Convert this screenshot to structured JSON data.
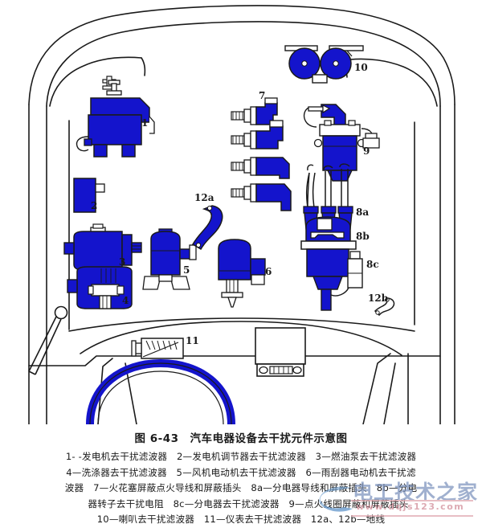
{
  "figure": {
    "title": "图 6-43　汽车电器设备去干扰元件示意图",
    "legend_lines": [
      "1- -发电机去干扰滤波器　2—发电机调节器去干扰滤波器　3—燃油泵去干扰滤波器",
      "4—洗涤器去干扰滤波器　5—风机电动机去干扰滤波器　6—雨刮器电动机去干扰滤",
      "波器　7—火花塞屏蔽点火导线和屏蔽插头　8a—分电器导线和屏蔽插头　8b—分电",
      "器转子去干扰电阻　8c—分电器去干扰滤波器　9—点火线圈屏蔽和屏蔽插头",
      "10—喇叭去干扰滤波器　11—仪表去干扰滤波器　12a、12b—地线"
    ],
    "colors": {
      "component_blue": "#1414cc",
      "outline_black": "#1a1a1a",
      "background": "#ffffff"
    },
    "callouts": {
      "c1": "1",
      "c2": "2",
      "c3": "3",
      "c4": "4",
      "c5": "5",
      "c6": "6",
      "c7": "7",
      "c8a": "8a",
      "c8b": "8b",
      "c8c": "8c",
      "c9": "9",
      "c10": "10",
      "c11": "11",
      "c12a": "12a",
      "c12b": "12b"
    },
    "parts": [
      {
        "id": "1",
        "label": "发电机去干扰滤波器",
        "name": "alternator-suppression-filter"
      },
      {
        "id": "2",
        "label": "发电机调节器去干扰滤波器",
        "name": "regulator-suppression-filter"
      },
      {
        "id": "3",
        "label": "燃油泵去干扰滤波器",
        "name": "fuel-pump-suppression-filter"
      },
      {
        "id": "4",
        "label": "洗涤器去干扰滤波器",
        "name": "washer-suppression-filter"
      },
      {
        "id": "5",
        "label": "风机电动机去干扰滤波器",
        "name": "blower-motor-suppression-filter"
      },
      {
        "id": "6",
        "label": "雨刮器电动机去干扰滤波器",
        "name": "wiper-motor-suppression-filter"
      },
      {
        "id": "7",
        "label": "火花塞屏蔽点火导线和屏蔽插头",
        "name": "spark-plug-shielded-lead"
      },
      {
        "id": "8a",
        "label": "分电器导线和屏蔽插头",
        "name": "distributor-lead-shielded-plug"
      },
      {
        "id": "8b",
        "label": "分电器转子去干扰电阻",
        "name": "distributor-rotor-resistor"
      },
      {
        "id": "8c",
        "label": "分电器去干扰滤波器",
        "name": "distributor-suppression-filter"
      },
      {
        "id": "9",
        "label": "点火线圈屏蔽和屏蔽插头",
        "name": "ignition-coil-shield"
      },
      {
        "id": "10",
        "label": "喇叭去干扰滤波器",
        "name": "horn-suppression-filter"
      },
      {
        "id": "11",
        "label": "仪表去干扰滤波器",
        "name": "instrument-suppression-filter"
      },
      {
        "id": "12a",
        "label": "地线",
        "name": "ground-strap-a"
      },
      {
        "id": "12b",
        "label": "地线",
        "name": "ground-strap-b"
      }
    ]
  },
  "watermark": {
    "site_name": "电工技术之家",
    "url": "www.dqjs123.com"
  }
}
